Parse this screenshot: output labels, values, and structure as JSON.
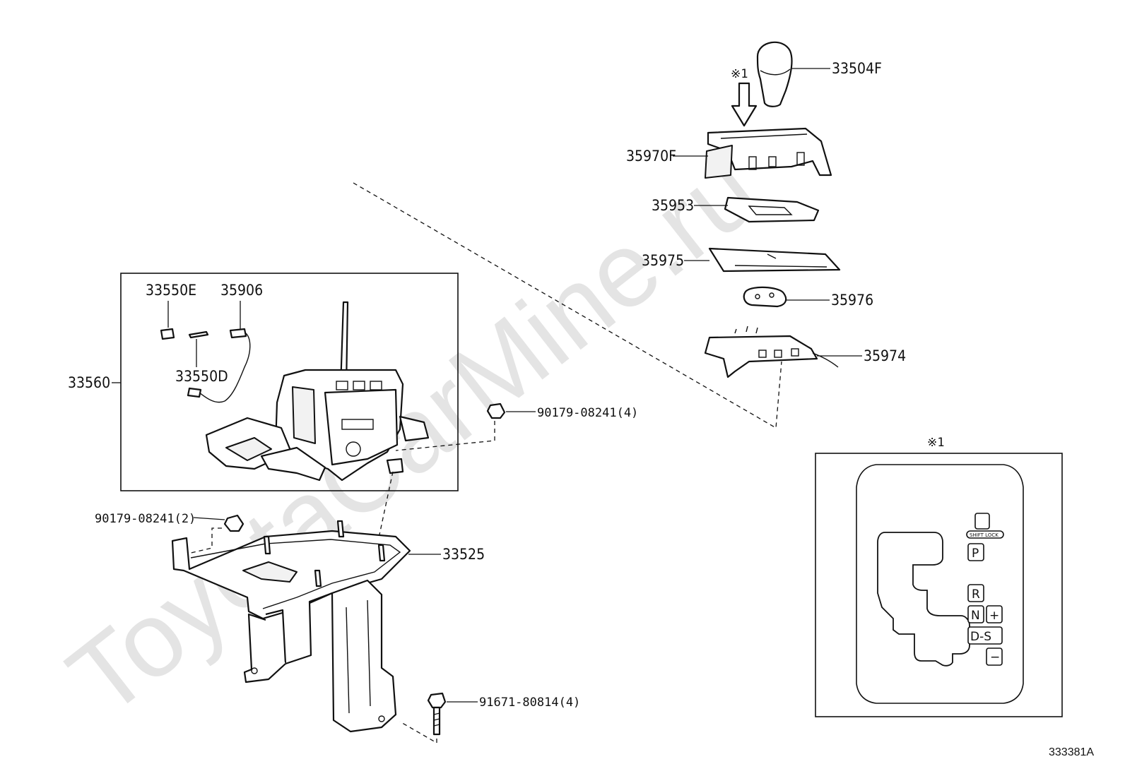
{
  "watermark": "ToyotaCarMine.ru",
  "figure_code": "333381A",
  "note_marker": "※1",
  "inset_title": "※1",
  "callouts": [
    {
      "id": "33504F",
      "text": "33504F"
    },
    {
      "id": "35970F",
      "text": "35970F"
    },
    {
      "id": "35953",
      "text": "35953"
    },
    {
      "id": "35975",
      "text": "35975"
    },
    {
      "id": "35976",
      "text": "35976"
    },
    {
      "id": "35974",
      "text": "35974"
    },
    {
      "id": "33550E",
      "text": "33550E"
    },
    {
      "id": "35906",
      "text": "35906"
    },
    {
      "id": "33550D",
      "text": "33550D"
    },
    {
      "id": "33560",
      "text": "33560"
    },
    {
      "id": "90179-08241-4",
      "text": "90179-08241(4)"
    },
    {
      "id": "90179-08241-2",
      "text": "90179-08241(2)"
    },
    {
      "id": "33525",
      "text": "33525"
    },
    {
      "id": "91671-80814-4",
      "text": "91671-80814(4)"
    }
  ],
  "gate": {
    "shift_lock": "SHIFT LOCK",
    "positions": [
      "P",
      "R",
      "N",
      "+",
      "D-S",
      "−"
    ]
  }
}
